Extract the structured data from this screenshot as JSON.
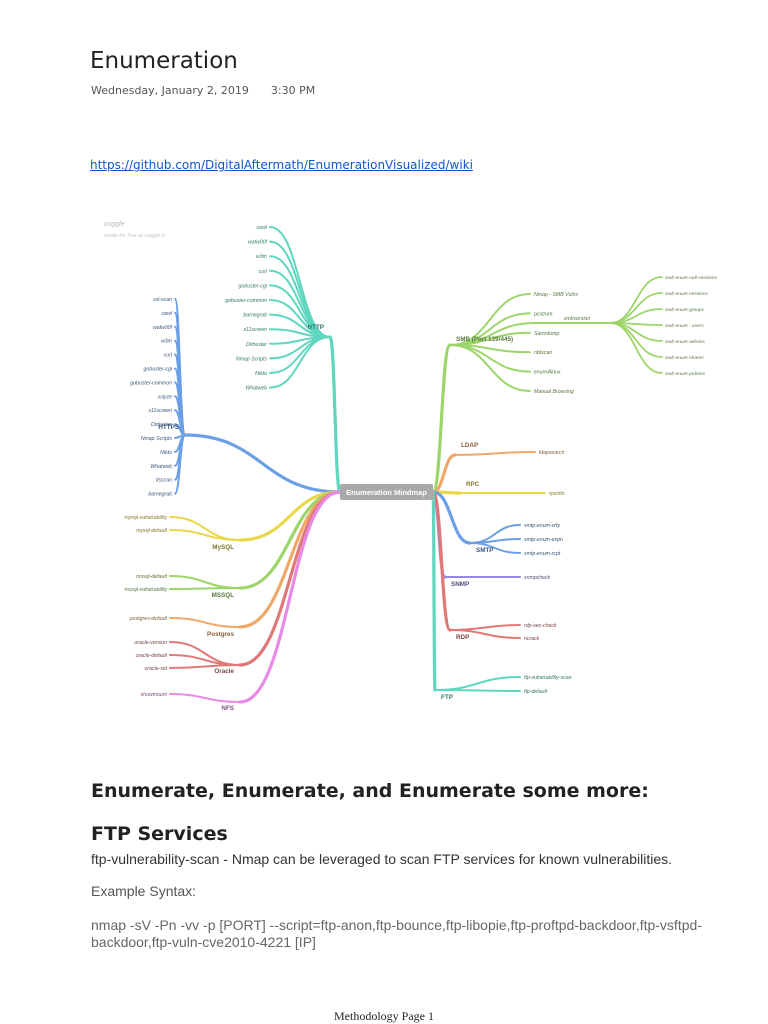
{
  "page": {
    "title": "Enumeration",
    "date": "Wednesday, January 2, 2019",
    "time": "3:30 PM",
    "link": "https://github.com/DigitalAftermath/EnumerationVisualized/wiki",
    "heading1": "Enumerate, Enumerate, and Enumerate some more:",
    "heading2": "FTP Services",
    "para1": "ftp-vulnerability-scan - Nmap can be leveraged to scan FTP services for known vulnerabilities.",
    "para2": "Example Syntax:",
    "para3": "nmap -sV -Pn -vv -p [PORT] --script=ftp-anon,ftp-bounce,ftp-libopie,ftp-proftpd-backdoor,ftp-vsftpd-backdoor,ftp-vuln-cve2010-4221 [IP]",
    "footer": "Methodology Page 1"
  },
  "mindmap": {
    "watermark_title": "coggle",
    "watermark_sub": "made for free at coggle.it",
    "center": "Enumeration Mindmap",
    "branches": {
      "http": {
        "label": "HTTP",
        "color": "#5fd6bf",
        "leaves": [
          "cewl",
          "wafw00f",
          "w3m",
          "curl",
          "gobuster-cgi",
          "gobuster-common",
          "barnegrab",
          "x11screen",
          "Dirbuster",
          "Nmap Scripts",
          "Nikto",
          "Whatweb"
        ]
      },
      "https": {
        "label": "HTTPS",
        "color": "#6b9fe6",
        "leaves": [
          "ssl-scan",
          "cewl",
          "wafw00f",
          "w3m",
          "curl",
          "gobuster-cgi",
          "gobuster-common",
          "sslyze",
          "x11screen",
          "Dirbuster",
          "Nmap Scripts",
          "Nikto",
          "Whatweb",
          "tlsscan",
          "barnegrab"
        ]
      },
      "mysql": {
        "label": "MySQL",
        "color": "#e8d84a",
        "leaves": [
          "mysql-vulnerability",
          "mysql-default"
        ]
      },
      "mssql": {
        "label": "MSSQL",
        "color": "#9cd66a",
        "leaves": [
          "mssql-default",
          "mssql-vulnerability"
        ]
      },
      "postgres": {
        "label": "Postgres",
        "color": "#f0a868",
        "leaves": [
          "postgres-default"
        ]
      },
      "oracle": {
        "label": "Oracle",
        "color": "#e07878",
        "leaves": [
          "oracle-version",
          "oracle-default",
          "oracle-sid"
        ]
      },
      "nfs": {
        "label": "NFS",
        "color": "#e68ae6",
        "leaves": [
          "showmount"
        ]
      },
      "smb": {
        "label": "SMB (Port 139/445)",
        "color": "#9cd66a",
        "leaves": [
          "Nmap - SMB Vulns",
          "pcstrum",
          "Samrdump",
          "nbtscan",
          "enum4linux",
          "Manual Browsing"
        ],
        "sub_label": "smbversion",
        "sub_leaves": [
          "smb-enum-null-sessions",
          "smb-enum-sessions",
          "smb-enum-groups",
          "smb-enum - users",
          "smb-enum-admins",
          "smb-enum-shares",
          "smb-enum-policies"
        ]
      },
      "ldap": {
        "label": "LDAP",
        "color": "#f0a868",
        "leaves": [
          "ldapsearch"
        ]
      },
      "rpc": {
        "label": "RPC",
        "color": "#e8d84a",
        "leaves": [
          "rpcinfo"
        ]
      },
      "smtp": {
        "label": "SMTP",
        "color": "#6b9fe6",
        "leaves": [
          "smtp-enum-vrfy",
          "smtp-enum-expn",
          "smtp-enum-rcpt"
        ]
      },
      "snmp": {
        "label": "SNMP",
        "color": "#9a86e0",
        "leaves": [
          "snmpcheck"
        ]
      },
      "rdp": {
        "label": "RDP",
        "color": "#e07878",
        "leaves": [
          "rdp-sec-check",
          "ncrack"
        ]
      },
      "ftp": {
        "label": "FTP",
        "color": "#5fd6bf",
        "leaves": [
          "ftp-vulnerability-scan",
          "ftp-default"
        ]
      }
    }
  }
}
